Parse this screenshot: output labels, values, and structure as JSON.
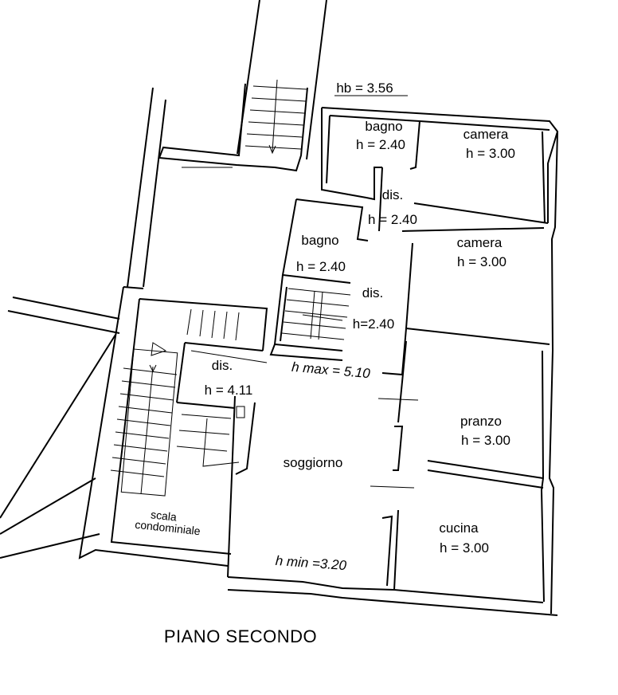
{
  "rooms": {
    "bagno_top": {
      "name": "bagno",
      "height": "h = 2.40"
    },
    "hb": {
      "text": "hb = 3.56"
    },
    "camera_top": {
      "name": "camera",
      "height": "h = 3.00"
    },
    "dis_top": {
      "name": "dis.",
      "height": "h = 2.40"
    },
    "bagno_mid": {
      "name": "bagno",
      "height": "h = 2.40"
    },
    "camera_mid": {
      "name": "camera",
      "height": "h = 3.00"
    },
    "dis_mid": {
      "name": "dis.",
      "height": "h=2.40"
    },
    "dis_left": {
      "name": "dis.",
      "height": "h = 4.11"
    },
    "hmax": {
      "text": "h max = 5.10"
    },
    "pranzo": {
      "name": "pranzo",
      "height": "h = 3.00"
    },
    "soggiorno": {
      "name": "soggiorno"
    },
    "cucina": {
      "name": "cucina",
      "height": "h = 3.00"
    },
    "hmin": {
      "text": "h min =3.20"
    },
    "scala": {
      "line1": "scala",
      "line2": "condominiale"
    }
  },
  "plan_title": "PIANO SECONDO"
}
